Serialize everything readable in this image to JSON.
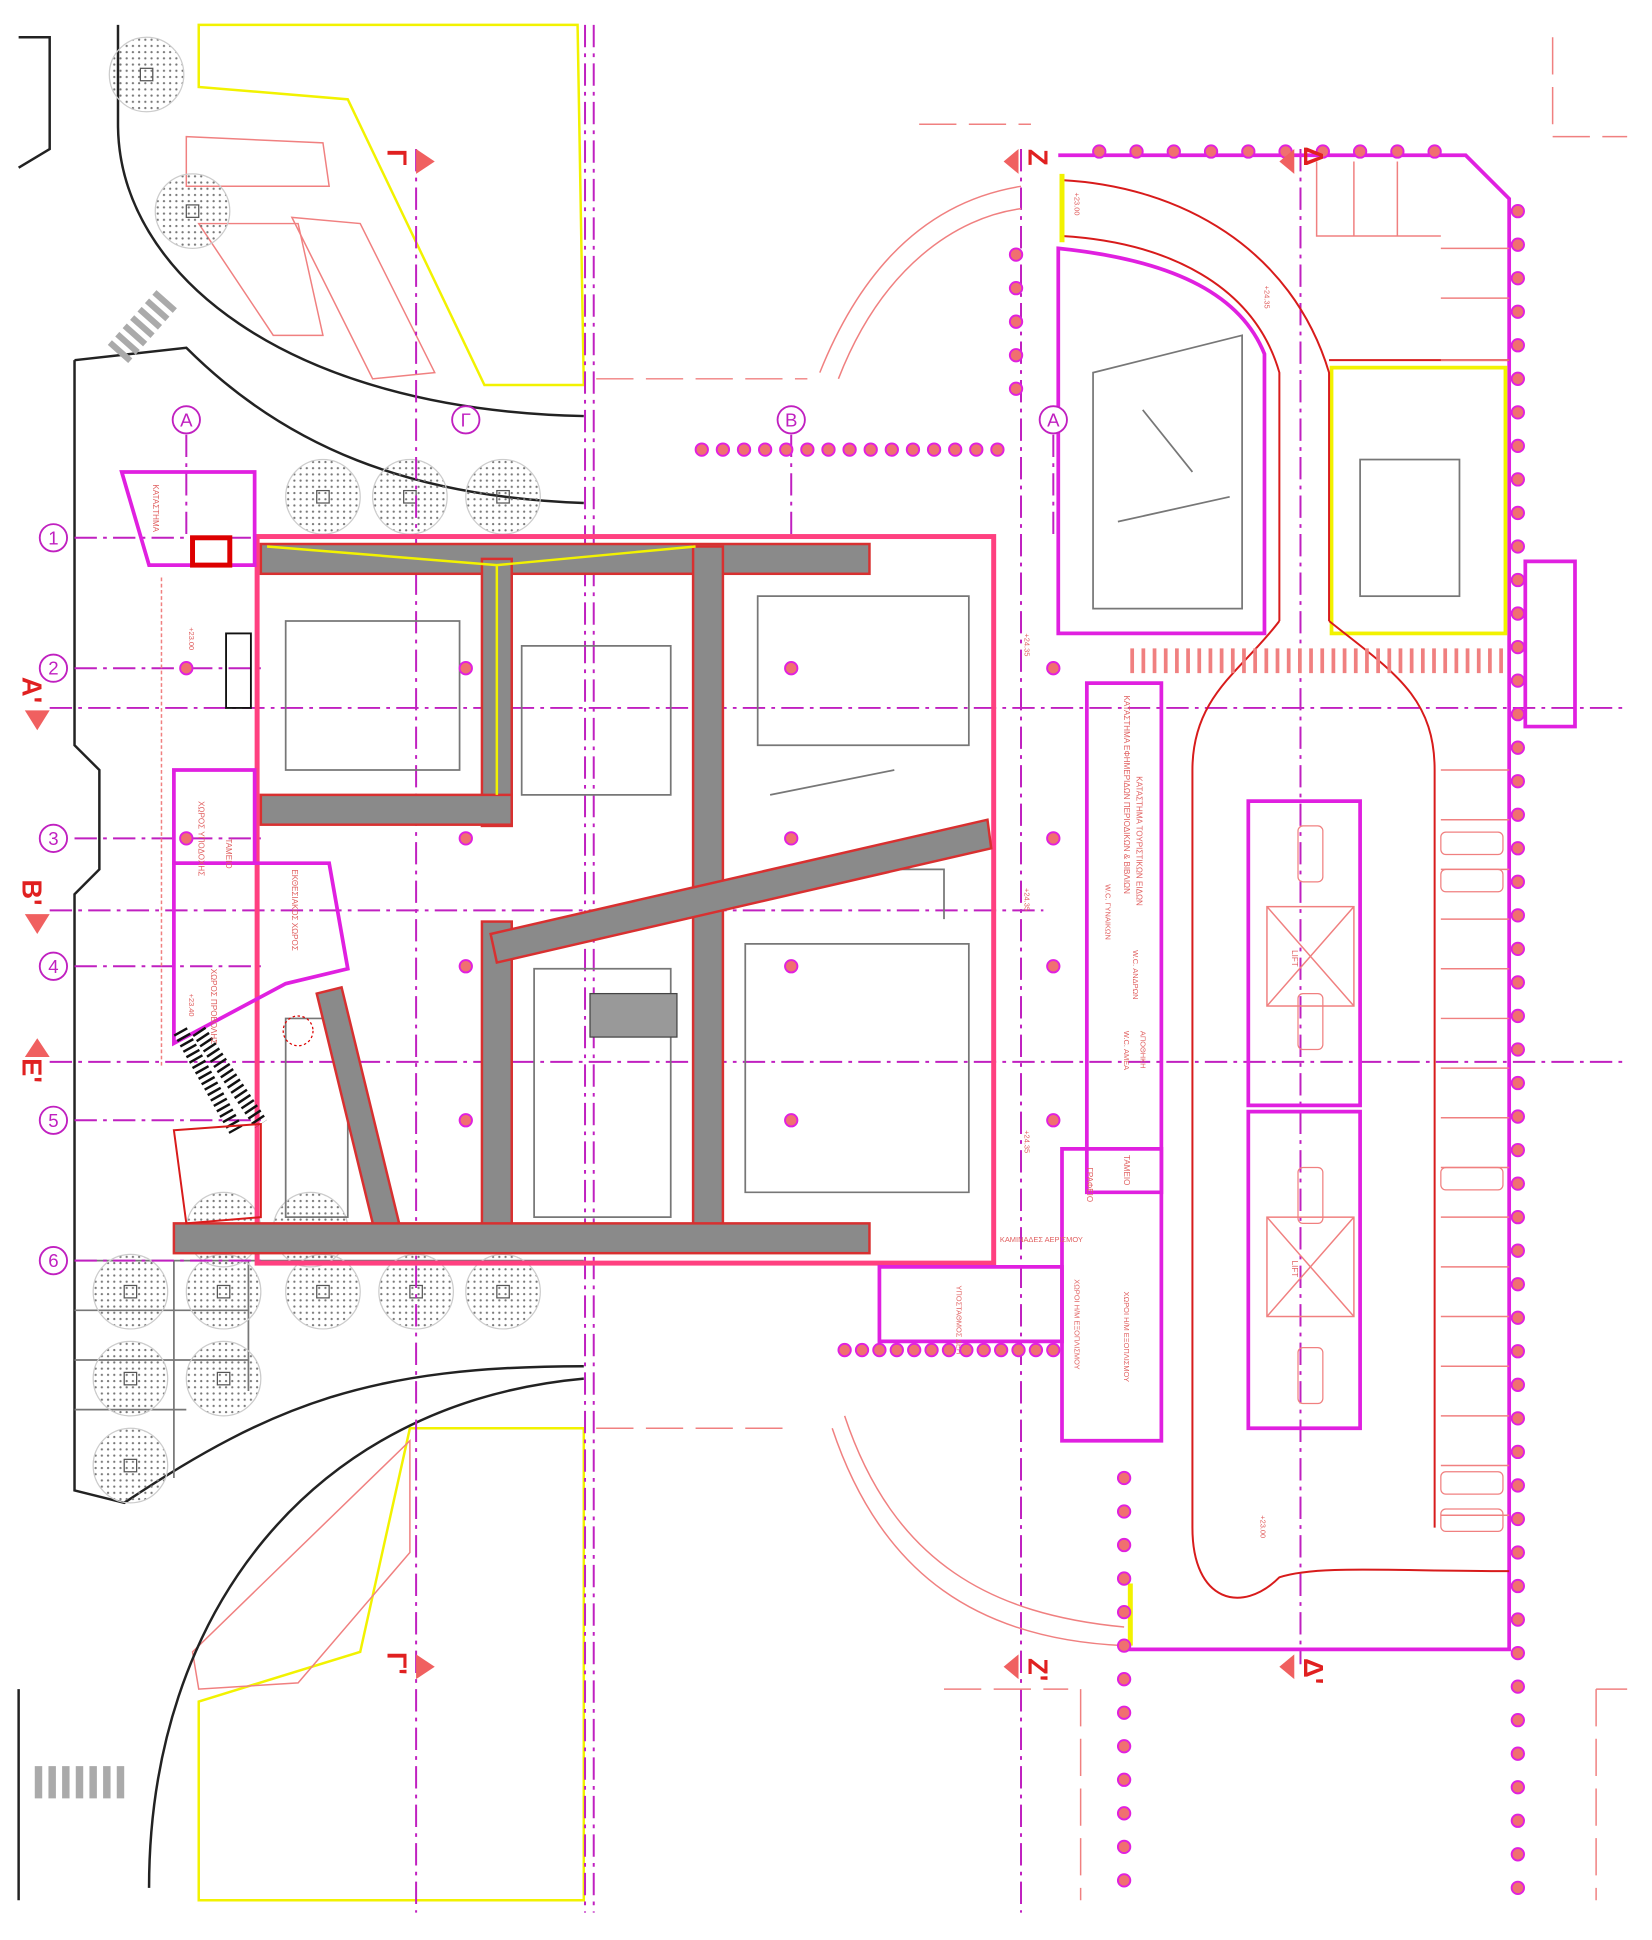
{
  "drawing": {
    "grid_rows": [
      "1",
      "2",
      "3",
      "4",
      "5",
      "6"
    ],
    "grid_columns": [
      "A",
      "Γ",
      "B",
      "A"
    ],
    "section_markers": {
      "a_prime": "A'",
      "b_prime": "B'",
      "e_prime": "E'",
      "z_top": "Z",
      "delta_top": "Δ",
      "z_bottom": "Z'",
      "delta_bottom": "Δ'",
      "gamma_top": "Γ",
      "gamma_bottom": "Γ'"
    },
    "rooms": {
      "shop_left": "ΚΑΤΑΣΤΗΜΑ",
      "reception": "ΧΩΡΟΣ ΥΠΟΔΟΧΗΣ",
      "exhibition": "ΕΚΘΕΣΙΑΚΟΣ ΧΩΡΟΣ",
      "projection": "ΧΩΡΟΣ ΠΡΟΒΟΛΗΣ",
      "cashier_left": "ΤΑΜΕΙΟ",
      "newsstand": "ΚΑΤΑΣΤΗΜΑ ΕΦΗΜΕΡΙΔΩΝ ΠΕΡΙΟΔΙΚΩΝ & ΒΙΒΛΙΩΝ",
      "tourist_shop": "ΚΑΤΑΣΤΗΜΑ ΤΟΥΡΙΣΤΙΚΩΝ ΕΙΔΩΝ",
      "wc_women": "W.C. ΓΥΝΑΙΚΩΝ",
      "wc_men": "W.C. ΑΝΔΡΩΝ",
      "wc_disabled": "W.C. ΑΜΕΑ",
      "storage": "ΑΠΟΘΗΚΗ",
      "office": "ΓΡΑΦΕΙΟ",
      "cashier_right": "ΤΑΜΕΙΟ",
      "ventilation": "ΚΑΜΙΝΑΔΕΣ ΑΕΡΙΣΜΟΥ",
      "mech_room_1": "ΧΩΡΟΙ Η/Μ ΕΞΟΠΛΙΣΜΟΥ",
      "mech_room_2": "ΧΩΡΟΙ Η/Μ ΕΞΟΠΛΙΣΜΟΥ",
      "substation": "ΥΠΟΣΤΑΘΜΟΣ ΔΕΗ",
      "lift_1": "LIFT",
      "lift_2": "LIFT"
    },
    "levels": [
      "+23.00",
      "+23.40",
      "+24.35",
      "+24.35",
      "+24.35",
      "+23.00",
      "+24.35",
      "+23.00"
    ],
    "colors": {
      "magenta": "#e020e0",
      "red": "#d81b1b",
      "salmon": "#f08080",
      "yellow": "#f2f200",
      "walkway": "#8a8a8a"
    }
  }
}
